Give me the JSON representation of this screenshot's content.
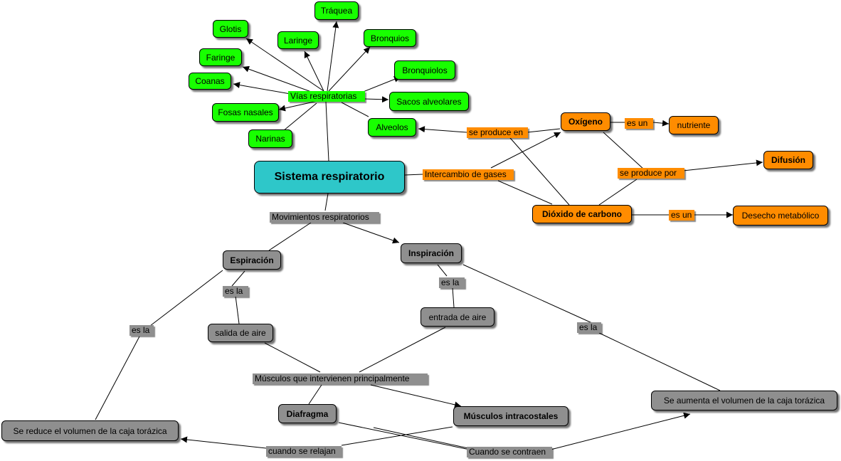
{
  "concept_map": {
    "center": "Sistema respiratorio",
    "airways": {
      "hub": "Vías respiratorias",
      "nodes": [
        "Glotis",
        "Laringe",
        "Tráquea",
        "Bronquios",
        "Faringe",
        "Bronquiolos",
        "Coanas",
        "Sacos alveolares",
        "Fosas nasales",
        "Alveolos",
        "Narinas"
      ]
    },
    "gas_exchange": {
      "hub": "Intercambio de gases",
      "oxygen": "Oxígeno",
      "co2": "Dióxido de carbono",
      "is_a_label_1": "es un",
      "nutrient": "nutriente",
      "is_a_label_2": "es un",
      "waste": "Desecho metabólico",
      "produced_by": "se produce por",
      "diffusion": "Difusión",
      "produced_in": "se produce en"
    },
    "movements": {
      "hub": "Movimientos respiratorios",
      "expiration": "Espiración",
      "inspiration": "Inspiración",
      "is_the_1": "es la",
      "is_the_2": "es la",
      "is_the_3": "es la",
      "is_the_4": "es la",
      "air_out": "salida de aire",
      "air_in": "entrada de aire",
      "muscles_label": "Músculos que intervienen principalmente",
      "diaphragm": "Diafragma",
      "intercostals": "Músculos intracostales",
      "when_relax": "cuando se relajan",
      "when_contract": "Cuando se contraen",
      "volume_reduce": "Se reduce el volumen de la caja torázica",
      "volume_increase": "Se aumenta el volumen de la caja torázica"
    }
  },
  "colors": {
    "green": "#18ff00",
    "orange": "#ff8c00",
    "gray": "#8f8f8f",
    "teal": "#2ec7c9"
  }
}
